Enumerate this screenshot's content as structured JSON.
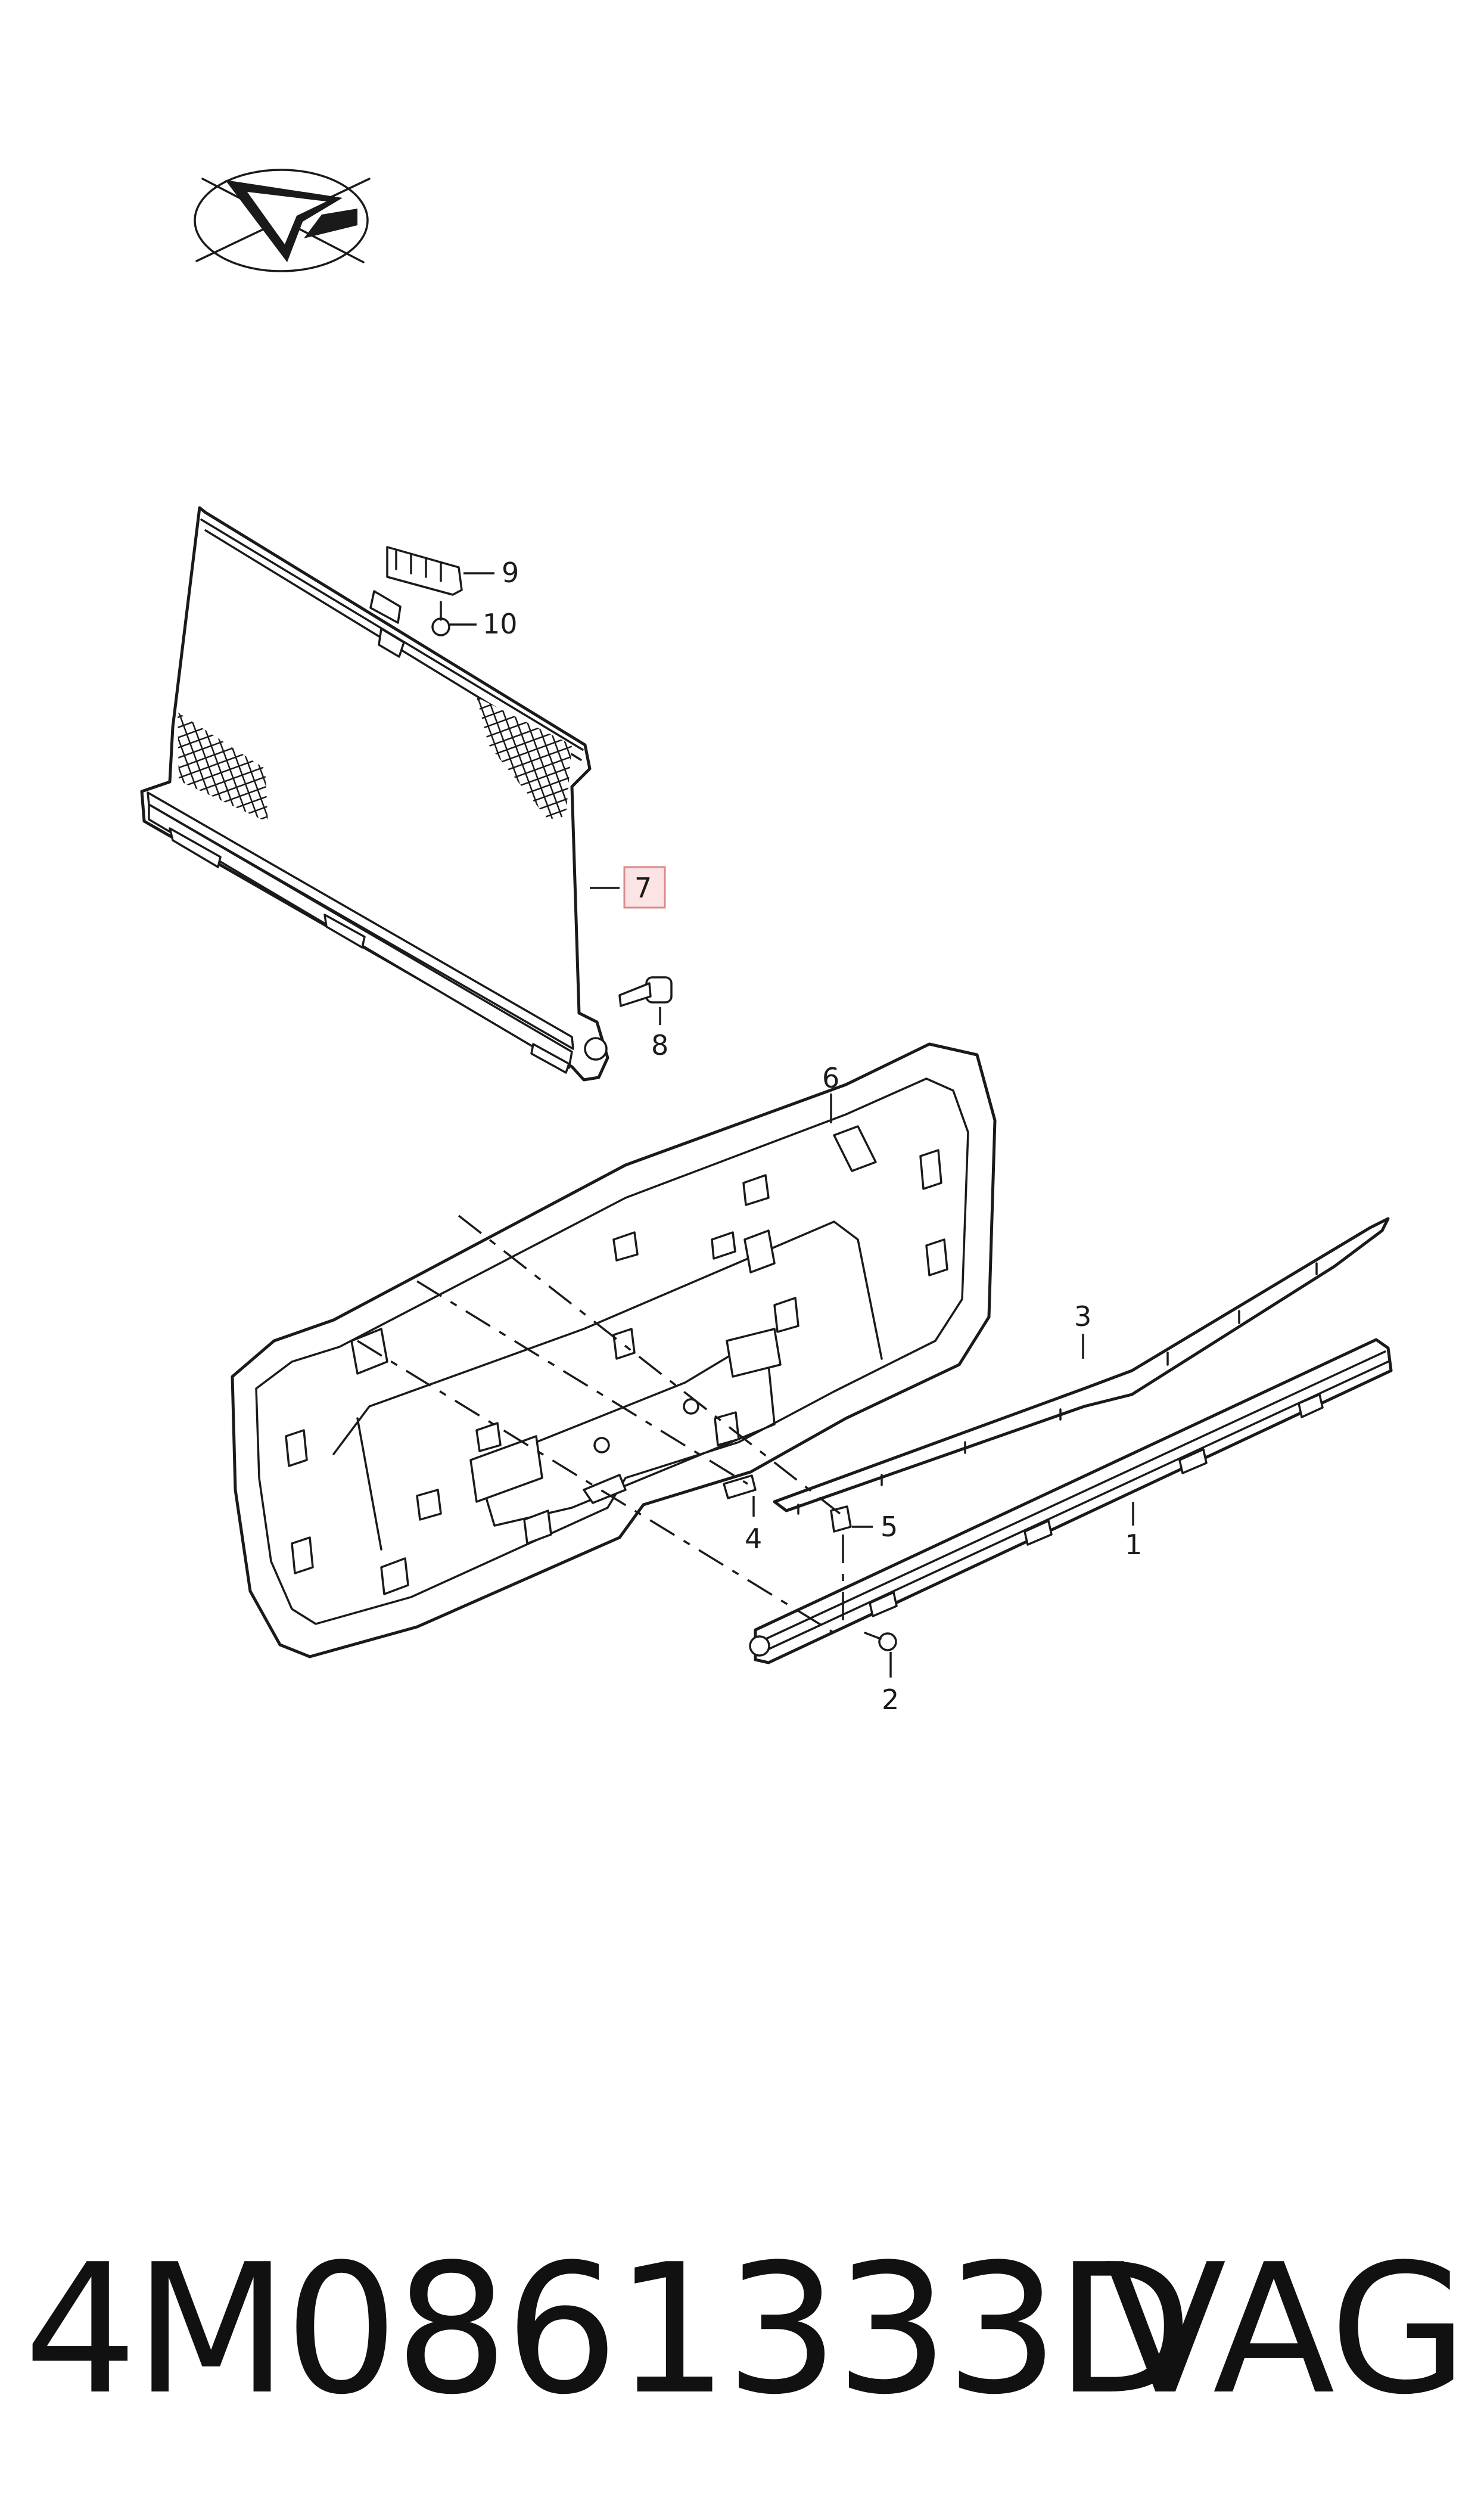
{
  "diagram": {
    "callouts": [
      {
        "id": "1",
        "label": "1"
      },
      {
        "id": "2",
        "label": "2"
      },
      {
        "id": "3",
        "label": "3"
      },
      {
        "id": "4",
        "label": "4"
      },
      {
        "id": "5",
        "label": "5"
      },
      {
        "id": "6",
        "label": "6"
      },
      {
        "id": "7",
        "label": "7",
        "highlighted": true
      },
      {
        "id": "8",
        "label": "8"
      },
      {
        "id": "9",
        "label": "9"
      },
      {
        "id": "10",
        "label": "10"
      }
    ],
    "highlight_color": "#fde4e4"
  },
  "footer": {
    "part_number": "4M0861333D",
    "brand": "VAG"
  },
  "icons": {
    "orientation": "vehicle-direction-arrow-icon"
  }
}
